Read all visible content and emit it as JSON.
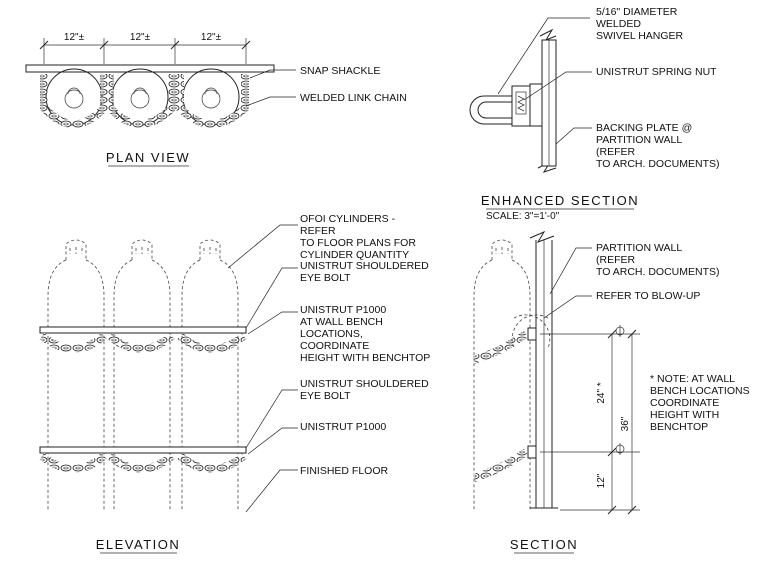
{
  "plan_view": {
    "title": "PLAN VIEW",
    "dims": [
      "12\"±",
      "12\"±",
      "12\"±"
    ],
    "notes": {
      "snap_shackle": "SNAP SHACKLE",
      "chain": "WELDED LINK CHAIN"
    }
  },
  "enhanced_section": {
    "title": "ENHANCED SECTION",
    "scale": "SCALE: 3\"=1'-0\"",
    "hanger": [
      "5/16\" DIAMETER",
      "WELDED",
      "SWIVEL HANGER"
    ],
    "spring_nut": "UNISTRUT SPRING NUT",
    "backing": [
      "BACKING PLATE @",
      "PARTITION WALL",
      "(REFER",
      "TO ARCH. DOCUMENTS)"
    ]
  },
  "elevation": {
    "title": "ELEVATION",
    "cylinders": [
      "OFOI CYLINDERS -",
      "REFER",
      "TO FLOOR PLANS FOR",
      "CYLINDER QUANTITY"
    ],
    "eyebolt_top": [
      "UNISTRUT SHOULDERED",
      "EYE BOLT"
    ],
    "p1000_top": [
      "UNISTRUT P1000",
      "AT WALL BENCH",
      "LOCATIONS,",
      "COORDINATE",
      "HEIGHT WITH BENCHTOP"
    ],
    "eyebolt_bottom": [
      "UNISTRUT SHOULDERED",
      "EYE BOLT"
    ],
    "p1000_bottom": "UNISTRUT P1000",
    "floor": "FINISHED FLOOR"
  },
  "section": {
    "title": "SECTION",
    "partition": [
      "PARTITION WALL",
      "(REFER",
      "TO ARCH. DOCUMENTS)"
    ],
    "blowup": "REFER TO BLOW-UP",
    "dims": {
      "upper": "24\" *",
      "overall": "36\"",
      "lower": "12\""
    },
    "note": [
      "* NOTE: AT WALL",
      "BENCH LOCATIONS",
      "COORDINATE",
      "HEIGHT WITH",
      "BENCHTOP"
    ]
  }
}
